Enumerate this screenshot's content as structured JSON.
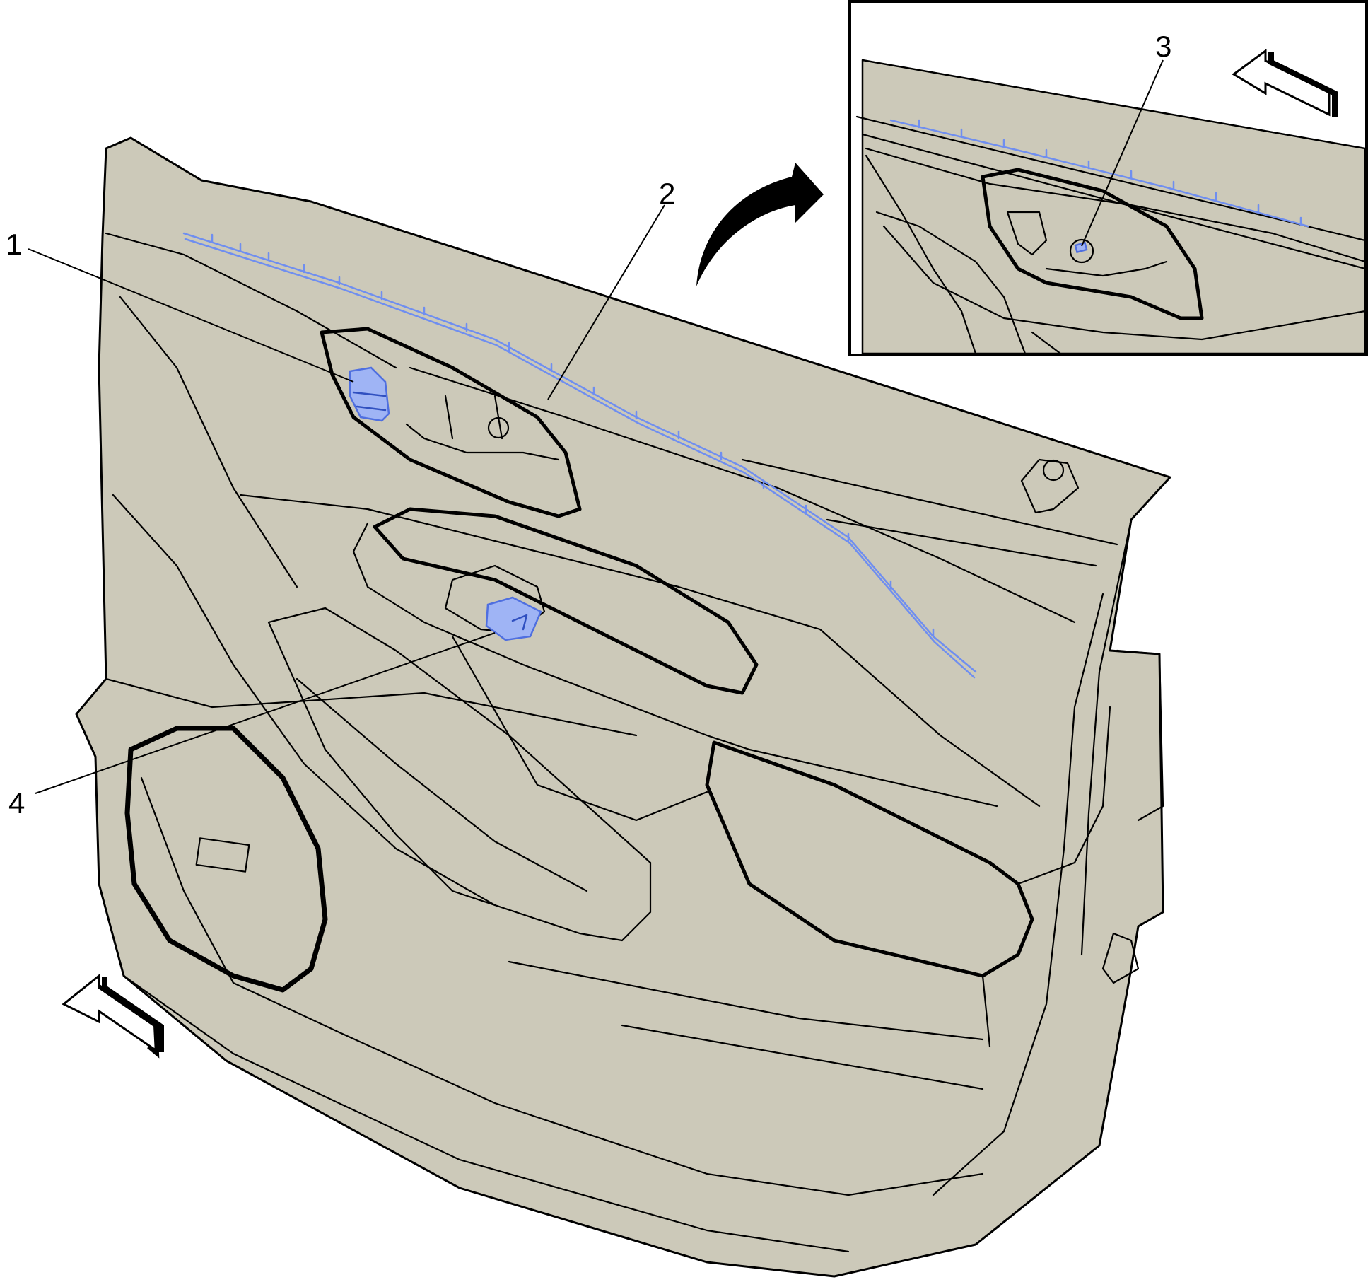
{
  "colors": {
    "panel_fill": "#ccc9b9",
    "highlight": "#6f8ef0",
    "outline": "#000000",
    "background": "#ffffff"
  },
  "callouts": [
    {
      "id": "1",
      "text": "1"
    },
    {
      "id": "2",
      "text": "2"
    },
    {
      "id": "3",
      "text": "3"
    },
    {
      "id": "4",
      "text": "4"
    }
  ],
  "icons": [
    "forward-direction-arrow-icon",
    "inset-reference-arrow-icon"
  ]
}
